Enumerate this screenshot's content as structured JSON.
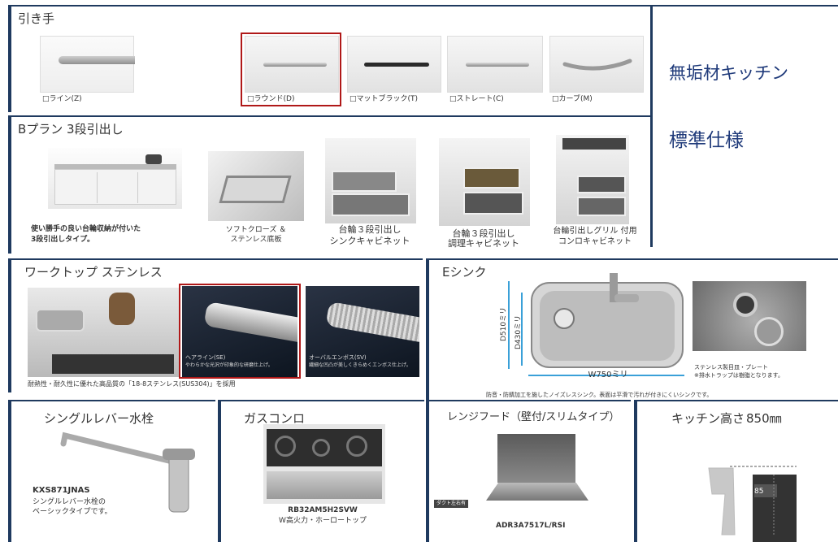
{
  "side": {
    "line1": "無垢材キッチン",
    "line2": "標準仕様"
  },
  "handles": {
    "title": "引き手",
    "items": [
      {
        "label": "□ライン(Z)"
      },
      {
        "label": "□ラウンド(D)"
      },
      {
        "label": "□マットブラック(T)"
      },
      {
        "label": "□ストレート(C)"
      },
      {
        "label": "□カーブ(M)"
      }
    ]
  },
  "drawers": {
    "title": "Bプラン 3段引出し",
    "main_caption_1": "使い勝手の良い台輪収納が付いた",
    "main_caption_2": "3段引出しタイプ。",
    "items": [
      {
        "line1": "ソフトクローズ ＆",
        "line2": "ステンレス底板"
      },
      {
        "line1": "台輪３段引出し",
        "line2": "シンクキャビネット"
      },
      {
        "line1": "台輪３段引出し",
        "line2": "調理キャビネット"
      },
      {
        "line1": "台輪引出しグリル 付用",
        "line2": "コンロキャビネット"
      }
    ]
  },
  "worktop": {
    "title": "ワークトップ ステンレス",
    "option1_line1": "ヘアライン(SE)",
    "option1_line2": "やわらかな光沢が印象的な研磨仕上げ。",
    "option2_line1": "オーバルエンボス(SV)",
    "option2_line2": "繊細な凹凸が美しくきらめくエンボス仕上げ。",
    "footer": "耐熱性・耐久性に優れた高品質の「18-8ステンレス(SUS304)」を採用"
  },
  "sink": {
    "title": "Eシンク",
    "d510": "D510ミリ",
    "d430": "D430ミリ",
    "w750": "W750ミリ",
    "note_line1": "ステンレス製目皿・プレート",
    "note_line2": "※排水トラップは樹脂となります。",
    "footer": "防音・防錆加工を施したノイズレスシンク。表面は平滑で汚れが付きにくいシンクです。"
  },
  "faucet": {
    "title": "シングルレバー水栓",
    "model": "KXS871JNAS",
    "desc1": "シングルレバー水栓の",
    "desc2": "ベーシックタイプです。"
  },
  "stove": {
    "title": "ガスコンロ",
    "model": "RB32AM5H2SVW",
    "desc": "W高火力・ホーロートップ"
  },
  "hood": {
    "title": "レンジフード（壁付/スリムタイプ）",
    "model": "ADR3A7517L/RSI",
    "tag": "ダクト左右有"
  },
  "height": {
    "title": "キッチン高さ",
    "value": "850㎜",
    "marker": "85"
  },
  "colors": {
    "accent": "#1f3a5f",
    "highlight": "#b01818"
  }
}
